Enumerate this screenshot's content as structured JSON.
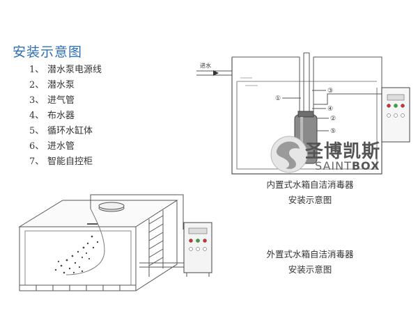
{
  "title": "安装示意图",
  "legend": [
    {
      "num": "1、",
      "label": "潜水泵电源线"
    },
    {
      "num": "2、",
      "label": "潜水泵"
    },
    {
      "num": "3、",
      "label": "进气管"
    },
    {
      "num": "4、",
      "label": "布水器"
    },
    {
      "num": "5、",
      "label": "循环水缸体"
    },
    {
      "num": "6、",
      "label": "进水管"
    },
    {
      "num": "7、",
      "label": "智能自控柜"
    }
  ],
  "internal": {
    "inlet_label": "进水",
    "caption_line1": "内置式水箱自洁消毒器",
    "caption_line2": "安装示意图",
    "callouts": [
      "①",
      "③",
      "④",
      "②",
      "⑤"
    ]
  },
  "external": {
    "caption_line1": "外置式水箱自洁消毒器",
    "caption_line2": "安装示意图"
  },
  "brand": {
    "cn": "圣博凯斯",
    "en_prefix": "SAINT",
    "en_suffix": "BOX"
  }
}
